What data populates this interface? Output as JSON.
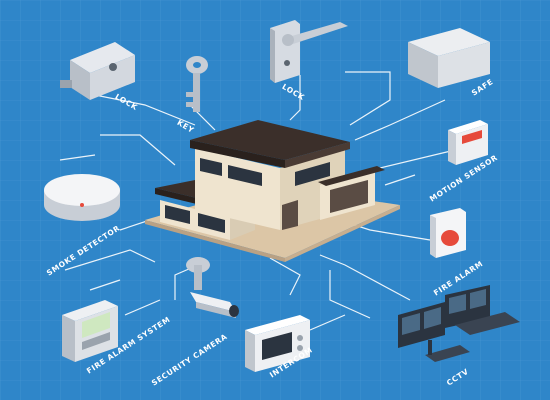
{
  "labels": {
    "lock_left": "LOCK",
    "key": "KEY",
    "lock_center": "LOCK",
    "safe": "SAFE",
    "motion_sensor": "MOTION SENSOR",
    "smoke_detector": "SMOKE DETECTOR",
    "fire_alarm": "FIRE ALARM",
    "fire_alarm_system": "FIRE ALARM SYSTEM",
    "security_camera": "SECURITY CAMERA",
    "intercom": "INTERCOM",
    "cctv": "CCTV"
  },
  "colors": {
    "background": "#2f86c9",
    "grid": "#5aa3dc",
    "wire": "#ffffff",
    "roof": "#3b2f2a",
    "wall": "#efe4cf",
    "base": "#dcc6a6",
    "alarm_red": "#e64a3b",
    "device_grey": "#c8ced6",
    "screen_dark": "#2b3440"
  }
}
